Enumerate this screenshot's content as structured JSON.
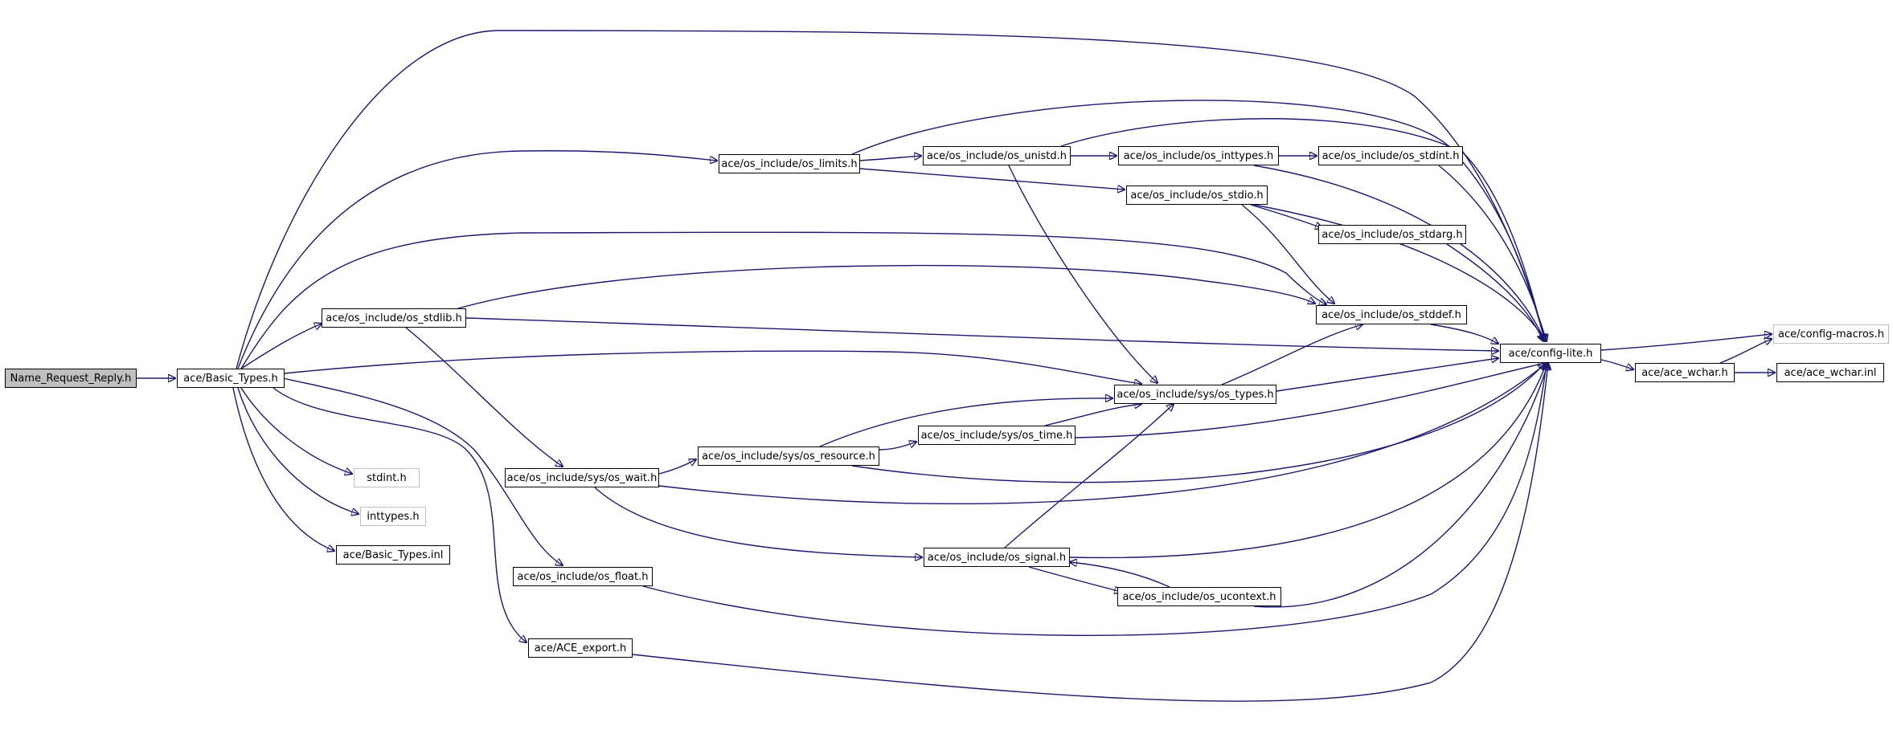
{
  "colors": {
    "edge": "#191970",
    "node_border": "#000000",
    "external_border": "#bfbfbf",
    "root_fill": "#bfbfbf",
    "background": "#ffffff"
  },
  "nodes": {
    "name_request_reply": "Name_Request_Reply.h",
    "basic_types": "ace/Basic_Types.h",
    "os_limits": "ace/os_include/os_limits.h",
    "os_unistd": "ace/os_include/os_unistd.h",
    "os_inttypes": "ace/os_include/os_inttypes.h",
    "os_stdint": "ace/os_include/os_stdint.h",
    "os_stdio": "ace/os_include/os_stdio.h",
    "os_stdarg": "ace/os_include/os_stdarg.h",
    "os_stdlib": "ace/os_include/os_stdlib.h",
    "os_stddef": "ace/os_include/os_stddef.h",
    "config_lite": "ace/config-lite.h",
    "config_macros": "ace/config-macros.h",
    "ace_wchar": "ace/ace_wchar.h",
    "ace_wchar_inl": "ace/ace_wchar.inl",
    "sys_os_types": "ace/os_include/sys/os_types.h",
    "sys_os_time": "ace/os_include/sys/os_time.h",
    "sys_os_resource": "ace/os_include/sys/os_resource.h",
    "sys_os_wait": "ace/os_include/sys/os_wait.h",
    "stdint": "stdint.h",
    "inttypes": "inttypes.h",
    "basic_types_inl": "ace/Basic_Types.inl",
    "os_float": "ace/os_include/os_float.h",
    "os_signal": "ace/os_include/os_signal.h",
    "os_ucontext": "ace/os_include/os_ucontext.h",
    "ace_export": "ace/ACE_export.h"
  }
}
